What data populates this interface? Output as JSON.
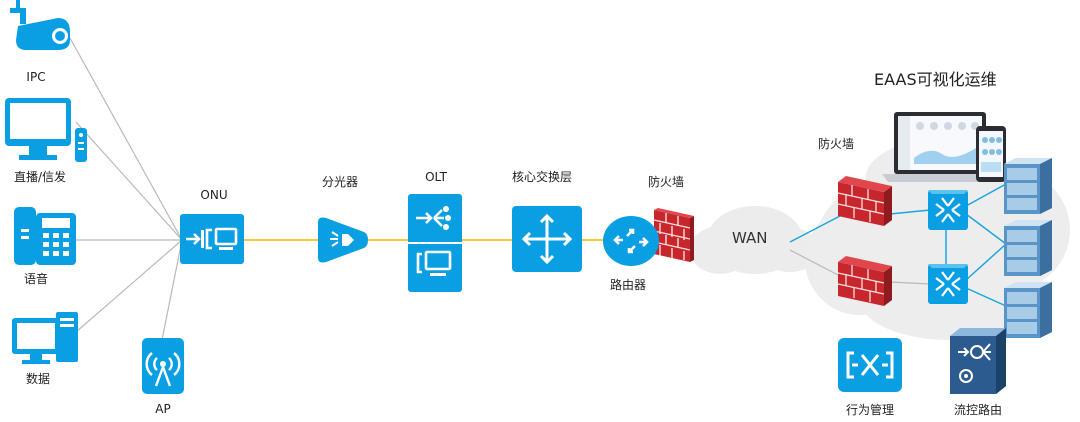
{
  "colors": {
    "accent_blue": "#0a9fe3",
    "fiber_yellow": "#f4c11e",
    "wan_link_blue": "#1aa5e0",
    "link_gray": "#b9b9b9",
    "firewall_red": "#c8262d",
    "cloud_gray": "#ececec"
  },
  "title": "EAAS可视化运维",
  "terminals": {
    "ipc": "IPC",
    "iptv": "直播/信发",
    "voice": "语音",
    "data": "数据",
    "ap": "AP"
  },
  "access": {
    "onu": "ONU",
    "splitter": "分光器",
    "olt": "OLT",
    "core": "核心交换层",
    "firewall": "防火墙",
    "router": "路由器"
  },
  "wan": "WAN",
  "platform": {
    "firewall": "防火墙",
    "behavior_mgmt": "行为管理",
    "flow_routing": "流控路由"
  },
  "icons": {
    "ipc": "security-camera-icon",
    "iptv": "monitor-icon",
    "voice": "telephone-icon",
    "data": "desktop-computer-icon",
    "ap": "wireless-ap-icon",
    "onu": "onu-icon",
    "splitter": "optical-splitter-icon",
    "olt": "olt-icon",
    "core": "core-switch-icon",
    "router": "router-icon",
    "firewall": "firewall-icon",
    "switch": "switch-icon",
    "server": "server-stack-icon",
    "behavior": "behavior-management-icon",
    "flow": "flow-control-router-icon",
    "dashboard": "laptop-phone-dashboard-icon"
  }
}
